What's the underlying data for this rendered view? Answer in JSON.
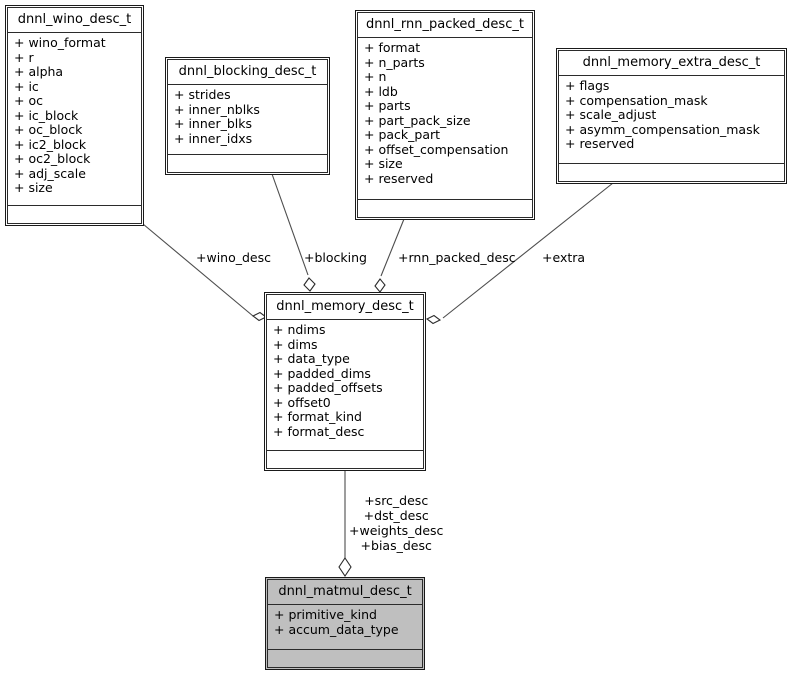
{
  "diagram": {
    "title": "dnnl_matmul_desc_t collaboration diagram",
    "type": "uml-class-collaboration",
    "background": "#ffffff",
    "line_color": "#4d4d4d",
    "border_color": "#1a1a1a",
    "highlight_fill": "#bfbfbf"
  },
  "classes": [
    {
      "id": "wino",
      "name": "dnnl_wino_desc_t",
      "attributes": [
        "+ wino_format",
        "+ r",
        "+ alpha",
        "+ ic",
        "+ oc",
        "+ ic_block",
        "+ oc_block",
        "+ ic2_block",
        "+ oc2_block",
        "+ adj_scale",
        "+ size"
      ],
      "operations": [],
      "highlighted": false
    },
    {
      "id": "blocking",
      "name": "dnnl_blocking_desc_t",
      "attributes": [
        "+ strides",
        "+ inner_nblks",
        "+ inner_blks",
        "+ inner_idxs"
      ],
      "operations": [],
      "highlighted": false
    },
    {
      "id": "rnn_packed",
      "name": "dnnl_rnn_packed_desc_t",
      "attributes": [
        "+ format",
        "+ n_parts",
        "+ n",
        "+ ldb",
        "+ parts",
        "+ part_pack_size",
        "+ pack_part",
        "+ offset_compensation",
        "+ size",
        "+ reserved"
      ],
      "operations": [],
      "highlighted": false
    },
    {
      "id": "extra",
      "name": "dnnl_memory_extra_desc_t",
      "attributes": [
        "+ flags",
        "+ compensation_mask",
        "+ scale_adjust",
        "+ asymm_compensation_mask",
        "+ reserved"
      ],
      "operations": [],
      "highlighted": false
    },
    {
      "id": "memory",
      "name": "dnnl_memory_desc_t",
      "attributes": [
        "+ ndims",
        "+ dims",
        "+ data_type",
        "+ padded_dims",
        "+ padded_offsets",
        "+ offset0",
        "+ format_kind",
        "+ format_desc"
      ],
      "operations": [],
      "highlighted": false
    },
    {
      "id": "matmul",
      "name": "dnnl_matmul_desc_t",
      "attributes": [
        "+ primitive_kind",
        "+ accum_data_type"
      ],
      "operations": [],
      "highlighted": true
    }
  ],
  "edges": [
    {
      "id": "edge-wino",
      "from": "wino",
      "to": "memory",
      "kind": "aggregation",
      "labels": [
        "+wino_desc"
      ]
    },
    {
      "id": "edge-blocking",
      "from": "blocking",
      "to": "memory",
      "kind": "aggregation",
      "labels": [
        "+blocking"
      ]
    },
    {
      "id": "edge-rnn-packed",
      "from": "rnn_packed",
      "to": "memory",
      "kind": "aggregation",
      "labels": [
        "+rnn_packed_desc"
      ]
    },
    {
      "id": "edge-extra",
      "from": "extra",
      "to": "memory",
      "kind": "aggregation",
      "labels": [
        "+extra"
      ]
    },
    {
      "id": "edge-matmul",
      "from": "memory",
      "to": "matmul",
      "kind": "aggregation",
      "labels": [
        "+src_desc",
        "+dst_desc",
        "+weights_desc",
        "+bias_desc"
      ]
    }
  ],
  "edge_labels": {
    "wino_desc": "+wino_desc",
    "blocking": "+blocking",
    "rnn_packed_desc": "+rnn_packed_desc",
    "extra": "+extra",
    "src_desc": "+src_desc",
    "dst_desc": "+dst_desc",
    "weights_desc": "+weights_desc",
    "bias_desc": "+bias_desc"
  }
}
